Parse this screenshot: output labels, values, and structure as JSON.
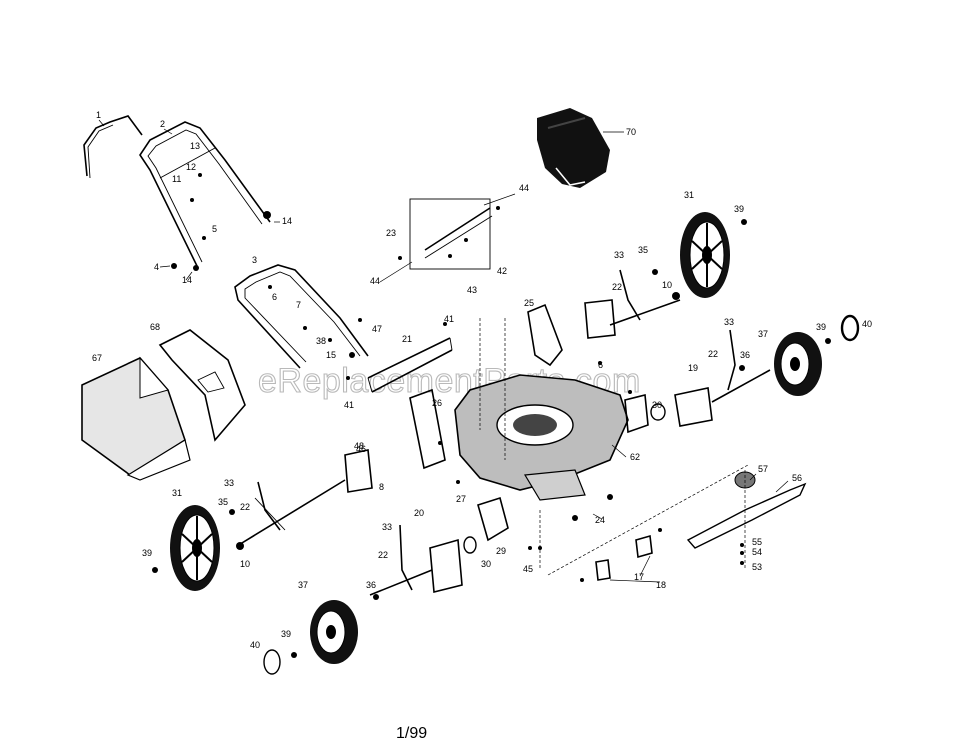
{
  "watermark": "eReplacementParts.com",
  "footer": {
    "date": "1/99"
  },
  "callouts": [
    "1",
    "2",
    "3",
    "4",
    "5",
    "6",
    "7",
    "8",
    "10",
    "11",
    "12",
    "13",
    "14",
    "15",
    "17",
    "18",
    "19",
    "20",
    "21",
    "22",
    "23",
    "24",
    "25",
    "26",
    "27",
    "29",
    "30",
    "31",
    "33",
    "35",
    "36",
    "37",
    "38",
    "39",
    "40",
    "41",
    "42",
    "43",
    "44",
    "45",
    "46",
    "47",
    "48",
    "53",
    "54",
    "55",
    "56",
    "57",
    "62",
    "67",
    "68",
    "70"
  ]
}
